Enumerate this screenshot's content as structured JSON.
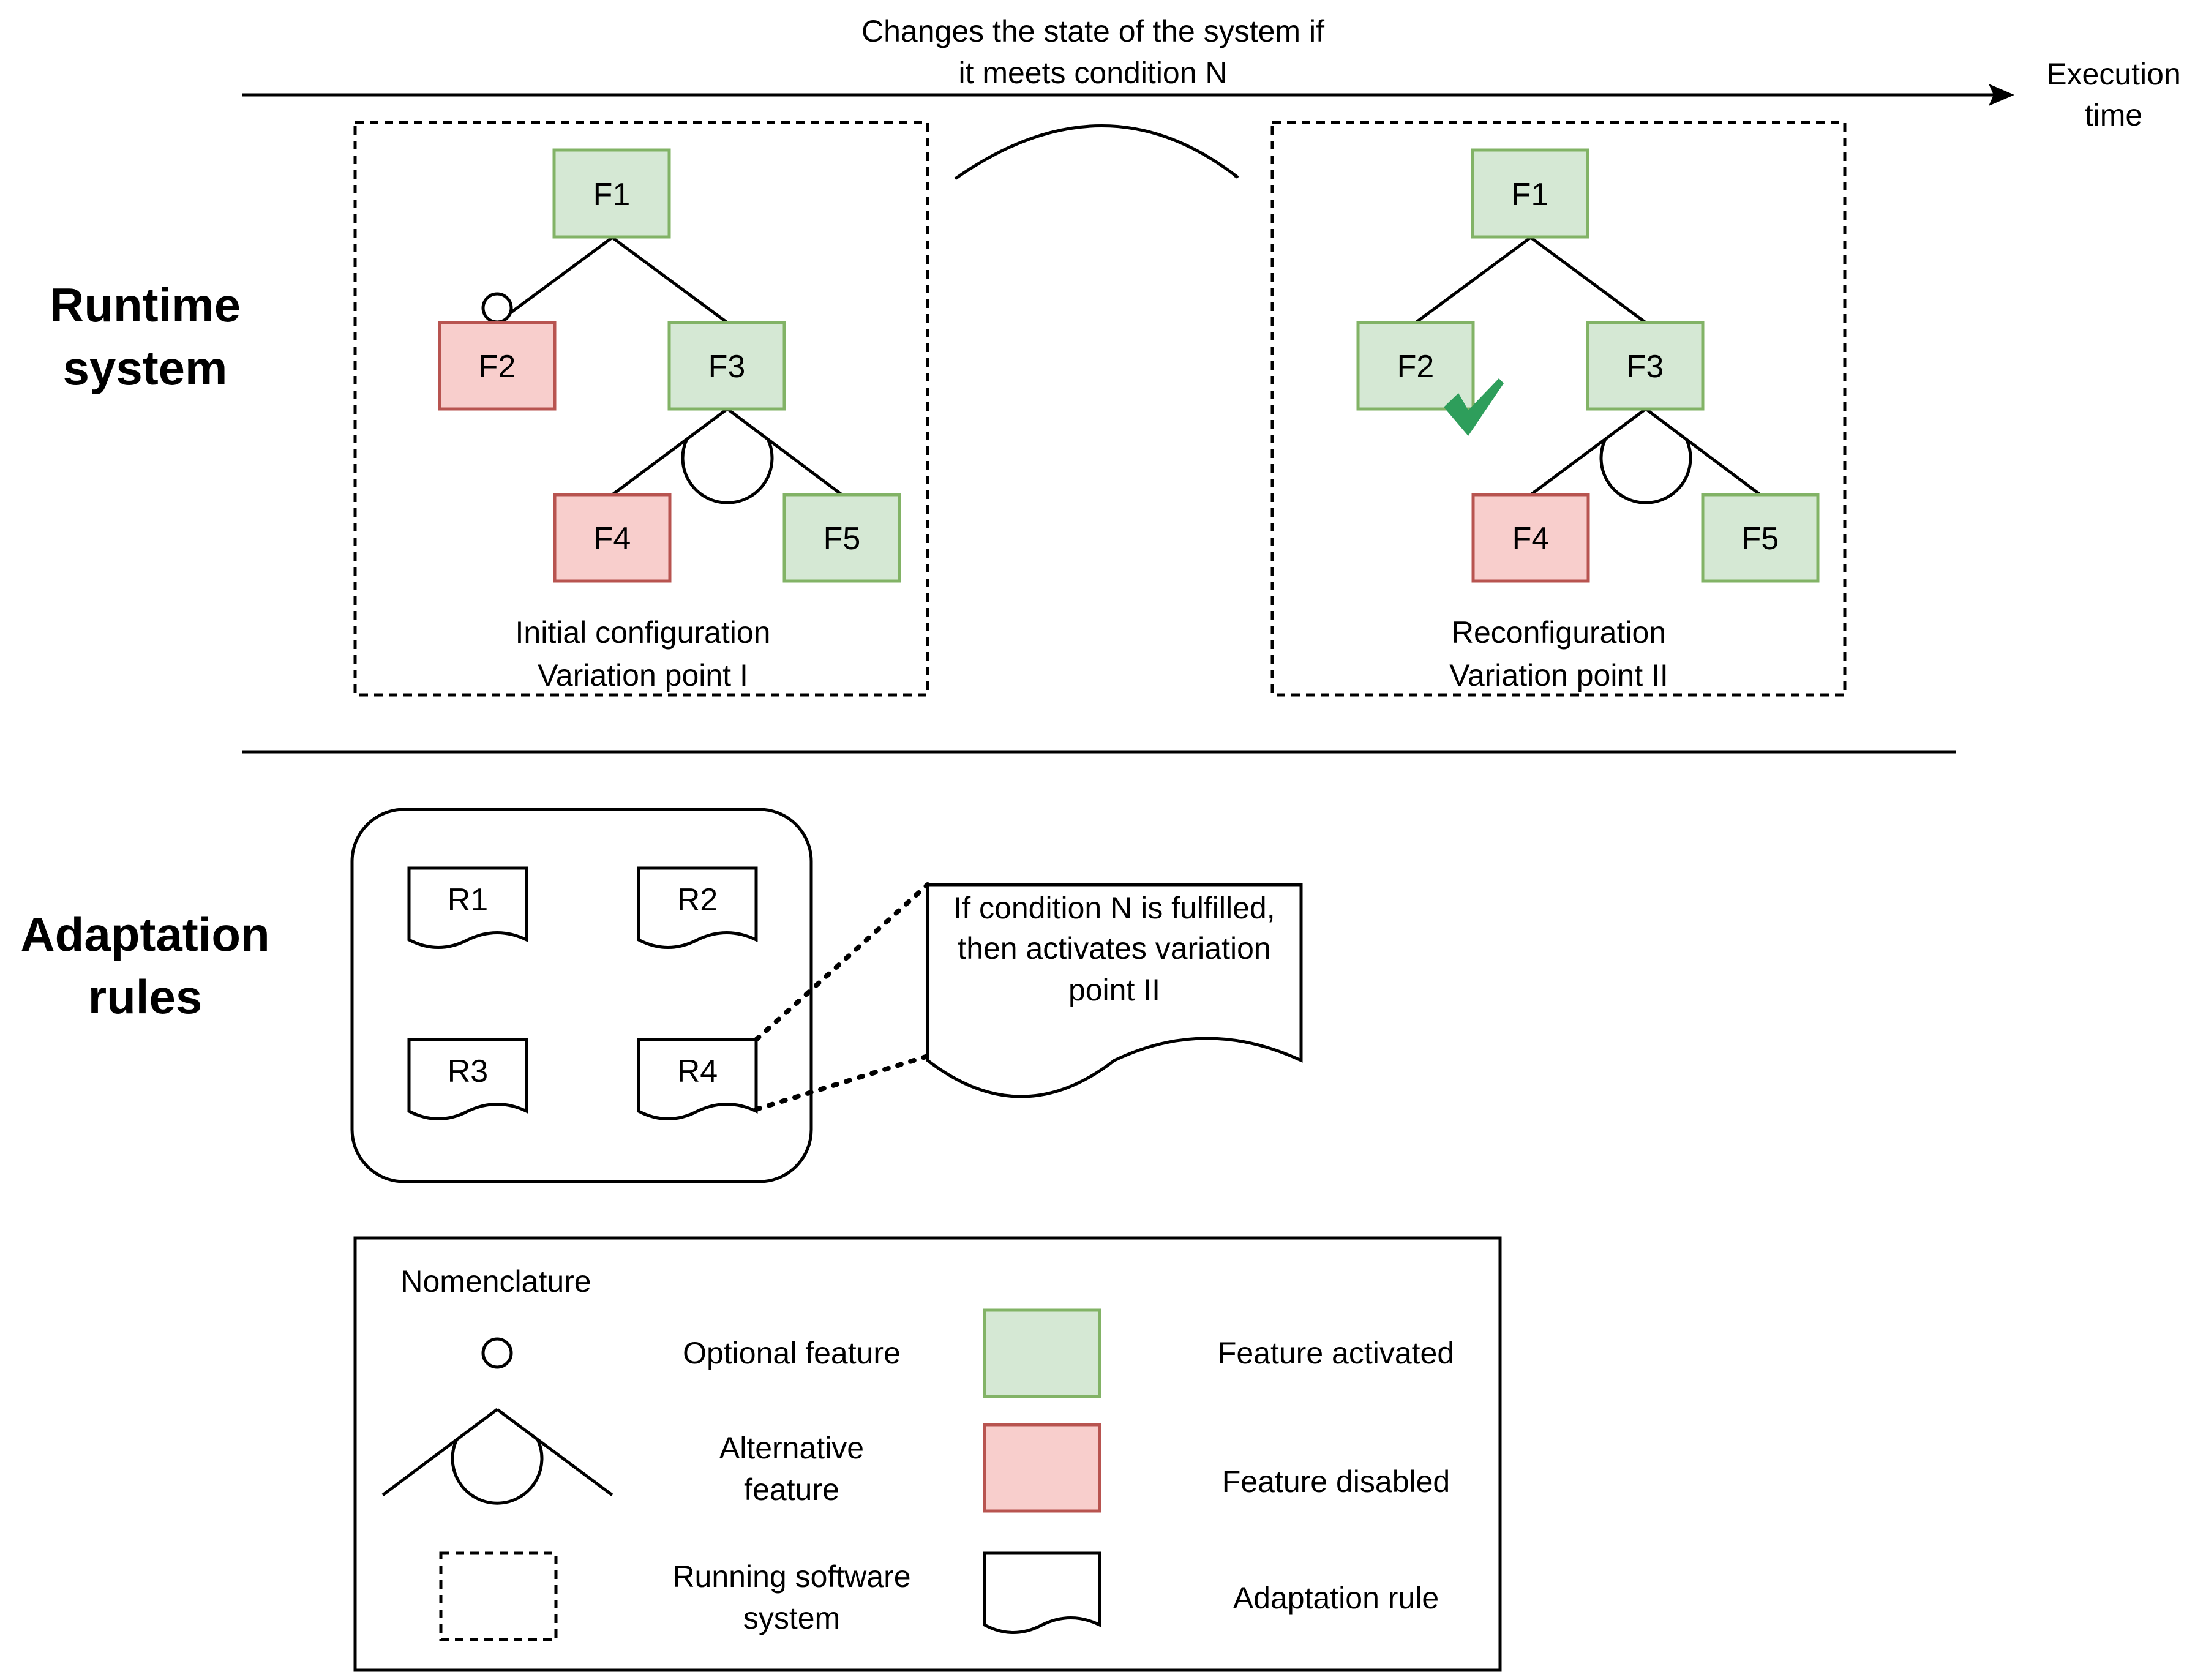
{
  "timeline": {
    "label_line1": "Changes the state of the system if",
    "label_line2": "it meets condition N",
    "end_label_line1": "Execution",
    "end_label_line2": "time"
  },
  "sections": {
    "runtime": {
      "line1": "Runtime",
      "line2": "system"
    },
    "adaptation": {
      "line1": "Adaptation",
      "line2": "rules"
    }
  },
  "config_initial": {
    "caption_line1": "Initial configuration",
    "caption_line2": "Variation point I",
    "features": {
      "f1": "F1",
      "f2": "F2",
      "f3": "F3",
      "f4": "F4",
      "f5": "F5"
    }
  },
  "config_reconfig": {
    "caption_line1": "Reconfiguration",
    "caption_line2": "Variation point II",
    "features": {
      "f1": "F1",
      "f2": "F2",
      "f3": "F3",
      "f4": "F4",
      "f5": "F5"
    }
  },
  "rules": {
    "r1": "R1",
    "r2": "R2",
    "r3": "R3",
    "r4": "R4"
  },
  "rule_detail": {
    "line1": "If condition N is fulfilled,",
    "line2": "then activates variation",
    "line3": "point II"
  },
  "legend": {
    "title": "Nomenclature",
    "optional_feature": "Optional feature",
    "alternative_feature_line1": "Alternative",
    "alternative_feature_line2": "feature",
    "running_system_line1": "Running software",
    "running_system_line2": "system",
    "feature_activated": "Feature activated",
    "feature_disabled": "Feature disabled",
    "adaptation_rule": "Adaptation rule"
  },
  "colors": {
    "activated_fill": "#d5e8d4",
    "activated_stroke": "#82b366",
    "disabled_fill": "#f8cecc",
    "disabled_stroke": "#b85450",
    "checkmark": "#2e9e5b"
  }
}
